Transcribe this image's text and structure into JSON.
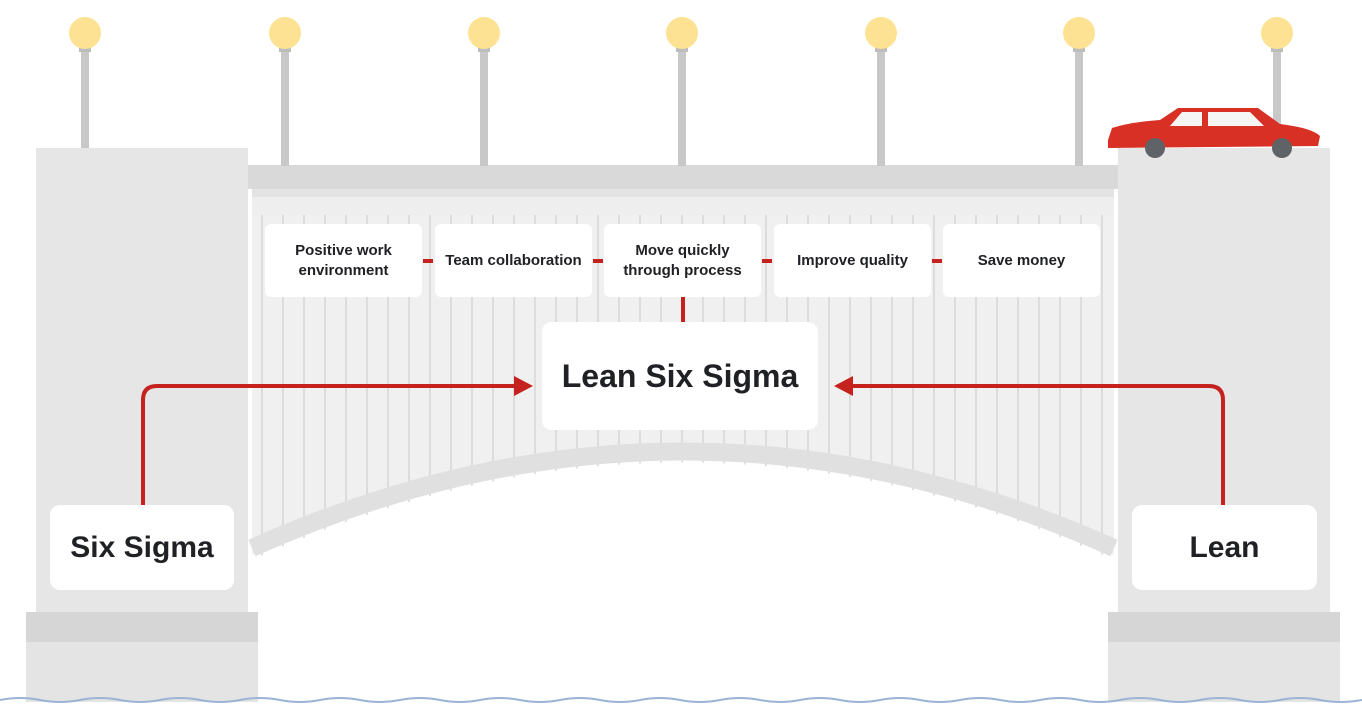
{
  "diagram": {
    "benefits": [
      "Positive work environment",
      "Team collaboration",
      "Move quickly through process",
      "Improve quality",
      "Save money"
    ],
    "center_label": "Lean Six Sigma",
    "left_label": "Six Sigma",
    "right_label": "Lean"
  },
  "colors": {
    "accent": "#c5221f",
    "pillar": "#e6e6e6",
    "deck": "#dadce0",
    "lamp": "#fde293",
    "car": "#d93025"
  },
  "icons": [
    "lamp-post-icon",
    "car-icon",
    "arrow-right-icon",
    "arrow-left-icon"
  ]
}
